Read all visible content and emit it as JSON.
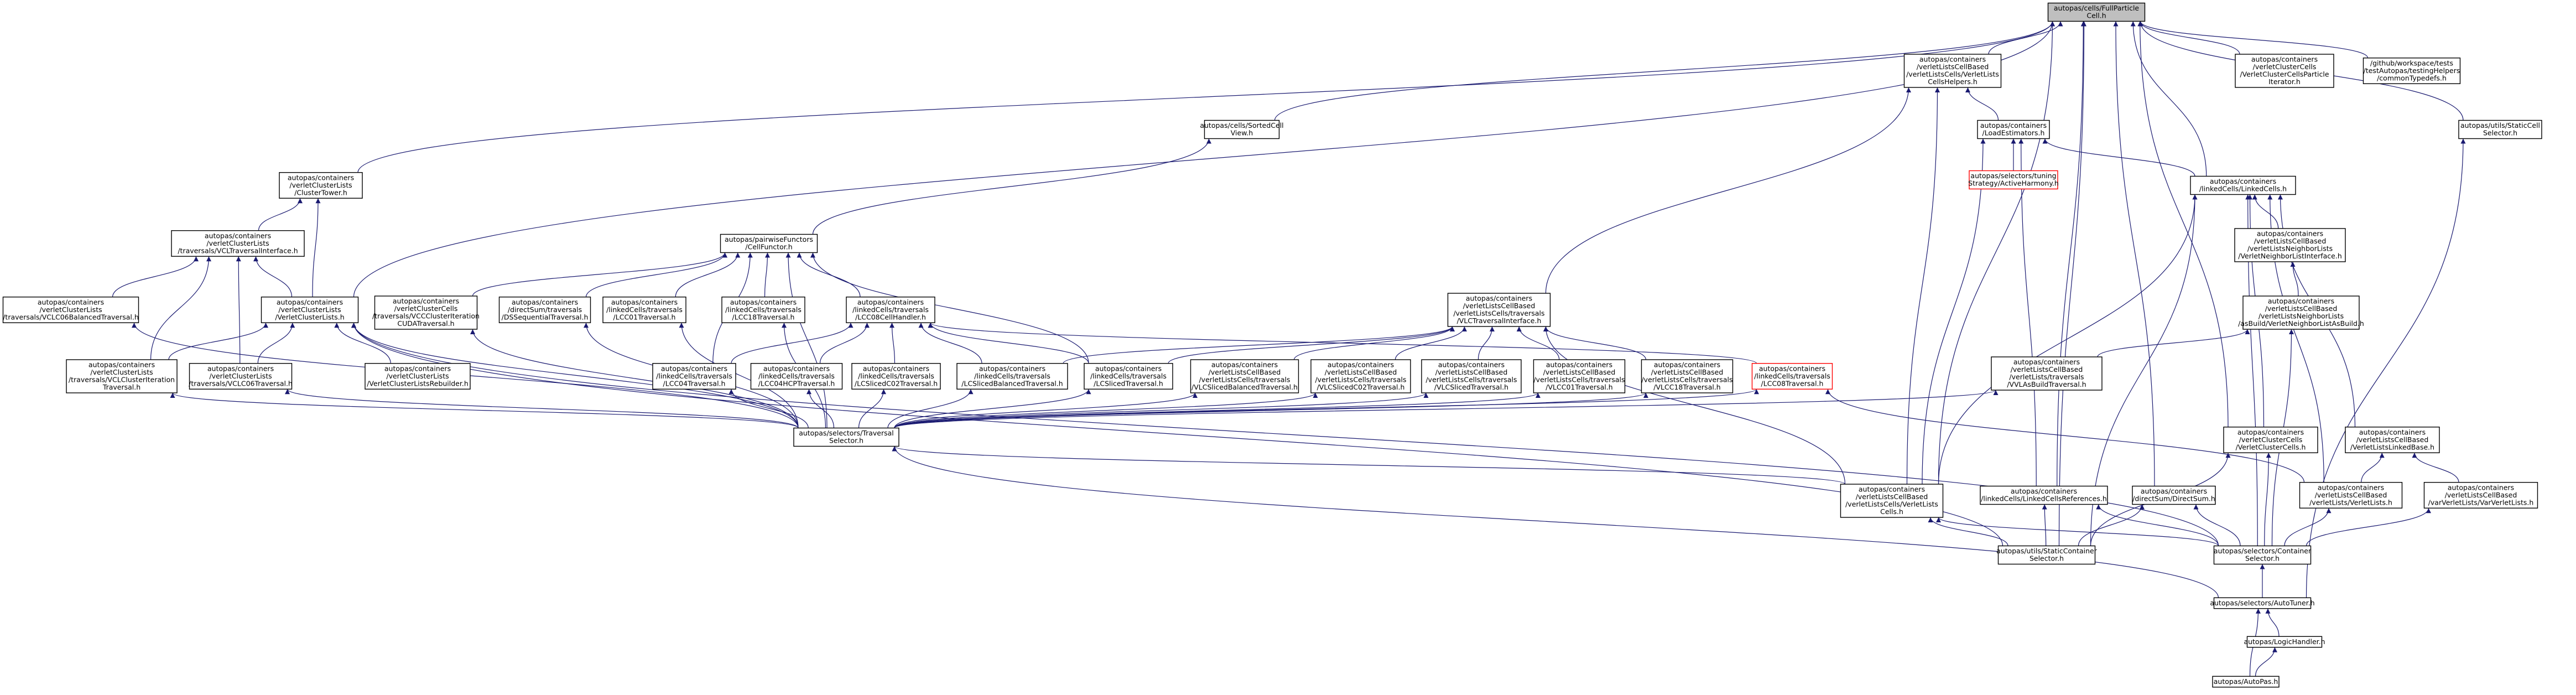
{
  "diagram": {
    "kind": "include-dependency-graph",
    "edge_color": "#191970",
    "root_fill": "#bfbfbf",
    "missing_stroke": "#ff0000",
    "nodes": [
      {
        "id": "root",
        "lines": [
          "autopas/cells/FullParticle",
          "Cell.h"
        ],
        "style": "root"
      },
      {
        "id": "helpers",
        "lines": [
          "autopas/containers",
          "/verletListsCellBased",
          "/verletListsCells/VerletLists",
          "CellsHelpers.h"
        ]
      },
      {
        "id": "vccIterator",
        "lines": [
          "autopas/containers",
          "/verletClusterCells",
          "/VerletClusterCellsParticle",
          "Iterator.h"
        ]
      },
      {
        "id": "typedefs",
        "lines": [
          "/github/workspace/tests",
          "/testAutopas/testingHelpers",
          "/commonTypedefs.h"
        ]
      },
      {
        "id": "staticCellSel",
        "lines": [
          "autopas/utils/StaticCell",
          "Selector.h"
        ]
      },
      {
        "id": "sortedCellView",
        "lines": [
          "autopas/cells/SortedCell",
          "View.h"
        ]
      },
      {
        "id": "loadEst",
        "lines": [
          "autopas/containers",
          "/LoadEstimators.h"
        ]
      },
      {
        "id": "clusterTower",
        "lines": [
          "autopas/containers",
          "/verletClusterLists",
          "/ClusterTower.h"
        ]
      },
      {
        "id": "activeHarmony",
        "lines": [
          "autopas/selectors/tuning",
          "Strategy/ActiveHarmony.h"
        ],
        "style": "red"
      },
      {
        "id": "linkedCells",
        "lines": [
          "autopas/containers",
          "/linkedCells/LinkedCells.h"
        ]
      },
      {
        "id": "vclTravIface",
        "lines": [
          "autopas/containers",
          "/verletClusterLists",
          "/traversals/VCLTraversalInterface.h"
        ]
      },
      {
        "id": "cellFunctor",
        "lines": [
          "autopas/pairwiseFunctors",
          "/CellFunctor.h"
        ]
      },
      {
        "id": "vnlIface",
        "lines": [
          "autopas/containers",
          "/verletListsCellBased",
          "/verletListsNeighborLists",
          "/VerletNeighborListInterface.h"
        ]
      },
      {
        "id": "vlcTravIface",
        "lines": [
          "autopas/containers",
          "/verletListsCellBased",
          "/verletListsCells/traversals",
          "/VLCTraversalInterface.h"
        ]
      },
      {
        "id": "asBuild",
        "lines": [
          "autopas/containers",
          "/verletListsCellBased",
          "/verletListsNeighborLists",
          "/asBuild/VerletNeighborListAsBuild.h"
        ]
      },
      {
        "id": "vclBalanced",
        "lines": [
          "autopas/containers",
          "/verletClusterLists",
          "/traversals/VCLC06BalancedTraversal.h"
        ]
      },
      {
        "id": "verletClusterLists",
        "lines": [
          "autopas/containers",
          "/verletClusterLists",
          "/VerletClusterLists.h"
        ]
      },
      {
        "id": "vccC01Cuda",
        "lines": [
          "autopas/containers",
          "/verletClusterCells",
          "/traversals/VCCClusterIteration",
          "CUDATraversal.h"
        ]
      },
      {
        "id": "dsSeq",
        "lines": [
          "autopas/containers",
          "/directSum/traversals",
          "/DSSequentialTraversal.h"
        ]
      },
      {
        "id": "lcC01",
        "lines": [
          "autopas/containers",
          "/linkedCells/traversals",
          "/LCC01Traversal.h"
        ]
      },
      {
        "id": "lcC18",
        "lines": [
          "autopas/containers",
          "/linkedCells/traversals",
          "/LCC18Traversal.h"
        ]
      },
      {
        "id": "lcC08Handler",
        "lines": [
          "autopas/containers",
          "/linkedCells/traversals",
          "/LCC08CellHandler.h"
        ]
      },
      {
        "id": "vlvAsBuildTrav",
        "lines": [
          "autopas/containers",
          "/verletListsCellBased",
          "/verletLists/traversals",
          "/VVLAsBuildTraversal.h"
        ]
      },
      {
        "id": "vclClusterIter",
        "lines": [
          "autopas/containers",
          "/verletClusterLists",
          "/traversals/VCLClusterIteration",
          "Traversal.h"
        ]
      },
      {
        "id": "vclC06",
        "lines": [
          "autopas/containers",
          "/verletClusterLists",
          "/traversals/VCLC06Traversal.h"
        ]
      },
      {
        "id": "vclRebuilder",
        "lines": [
          "autopas/containers",
          "/verletClusterLists",
          "/VerletClusterListsRebuilder.h"
        ]
      },
      {
        "id": "lcC04",
        "lines": [
          "autopas/containers",
          "/linkedCells/traversals",
          "/LCC04Traversal.h"
        ]
      },
      {
        "id": "lcC04HCP",
        "lines": [
          "autopas/containers",
          "/linkedCells/traversals",
          "/LCC04HCPTraversal.h"
        ]
      },
      {
        "id": "lcSlicedC02",
        "lines": [
          "autopas/containers",
          "/linkedCells/traversals",
          "/LCSlicedC02Traversal.h"
        ]
      },
      {
        "id": "lcSlicedBalanced",
        "lines": [
          "autopas/containers",
          "/linkedCells/traversals",
          "/LCSlicedBalancedTraversal.h"
        ]
      },
      {
        "id": "lcSliced",
        "lines": [
          "autopas/containers",
          "/linkedCells/traversals",
          "/LCSlicedTraversal.h"
        ]
      },
      {
        "id": "vlcSlicedBalanced",
        "lines": [
          "autopas/containers",
          "/verletListsCellBased",
          "/verletListsCells/traversals",
          "/VLCSlicedBalancedTraversal.h"
        ]
      },
      {
        "id": "vlcSlicedC02",
        "lines": [
          "autopas/containers",
          "/verletListsCellBased",
          "/verletListsCells/traversals",
          "/VLCSlicedC02Traversal.h"
        ]
      },
      {
        "id": "vlcSliced",
        "lines": [
          "autopas/containers",
          "/verletListsCellBased",
          "/verletListsCells/traversals",
          "/VLCSlicedTraversal.h"
        ]
      },
      {
        "id": "vlcC01",
        "lines": [
          "autopas/containers",
          "/verletListsCellBased",
          "/verletListsCells/traversals",
          "/VLCC01Traversal.h"
        ]
      },
      {
        "id": "vlcC18",
        "lines": [
          "autopas/containers",
          "/verletListsCellBased",
          "/verletListsCells/traversals",
          "/VLCC18Traversal.h"
        ]
      },
      {
        "id": "lcC08",
        "lines": [
          "autopas/containers",
          "/linkedCells/traversals",
          "/LCC08Traversal.h"
        ],
        "style": "red"
      },
      {
        "id": "travSel",
        "lines": [
          "autopas/selectors/Traversal",
          "Selector.h"
        ]
      },
      {
        "id": "vccCells",
        "lines": [
          "autopas/containers",
          "/verletClusterCells",
          "/VerletClusterCells.h"
        ]
      },
      {
        "id": "vlLinkedBase",
        "lines": [
          "autopas/containers",
          "/verletListsCellBased",
          "/VerletListsLinkedBase.h"
        ]
      },
      {
        "id": "vlcCells",
        "lines": [
          "autopas/containers",
          "/verletListsCellBased",
          "/verletListsCells/VerletLists",
          "Cells.h"
        ]
      },
      {
        "id": "lcReferences",
        "lines": [
          "autopas/containers",
          "/linkedCells/LinkedCellsReferences.h"
        ]
      },
      {
        "id": "directSum",
        "lines": [
          "autopas/containers",
          "/directSum/DirectSum.h"
        ]
      },
      {
        "id": "verletLists",
        "lines": [
          "autopas/containers",
          "/verletListsCellBased",
          "/verletLists/VerletLists.h"
        ]
      },
      {
        "id": "varVerletLists",
        "lines": [
          "autopas/containers",
          "/verletListsCellBased",
          "/varVerletLists/VarVerletLists.h"
        ]
      },
      {
        "id": "staticContSel",
        "lines": [
          "autopas/utils/StaticContainer",
          "Selector.h"
        ]
      },
      {
        "id": "contSel",
        "lines": [
          "autopas/selectors/Container",
          "Selector.h"
        ]
      },
      {
        "id": "autoTuner",
        "lines": [
          "autopas/selectors/AutoTuner.h"
        ]
      },
      {
        "id": "logicHandler",
        "lines": [
          "autopas/LogicHandler.h"
        ]
      },
      {
        "id": "autoPas",
        "lines": [
          "autopas/AutoPas.h"
        ]
      }
    ],
    "edges": [
      [
        "helpers",
        "root"
      ],
      [
        "vccIterator",
        "root"
      ],
      [
        "typedefs",
        "root"
      ],
      [
        "staticCellSel",
        "root"
      ],
      [
        "sortedCellView",
        "root"
      ],
      [
        "clusterTower",
        "root"
      ],
      [
        "linkedCells",
        "root"
      ],
      [
        "verletClusterLists",
        "root"
      ],
      [
        "vlcCells",
        "root"
      ],
      [
        "vccCells",
        "root"
      ],
      [
        "directSum",
        "root"
      ],
      [
        "staticContSel",
        "root"
      ],
      [
        "lcReferences",
        "root"
      ],
      [
        "loadEst",
        "helpers"
      ],
      [
        "vlcTravIface",
        "helpers"
      ],
      [
        "vlcCells",
        "helpers"
      ],
      [
        "activeHarmony",
        "loadEst"
      ],
      [
        "linkedCells",
        "loadEst"
      ],
      [
        "vlcCells",
        "loadEst"
      ],
      [
        "lcReferences",
        "loadEst"
      ],
      [
        "cellFunctor",
        "sortedCellView"
      ],
      [
        "vclTravIface",
        "clusterTower"
      ],
      [
        "verletClusterLists",
        "clusterTower"
      ],
      [
        "vclBalanced",
        "vclTravIface"
      ],
      [
        "verletClusterLists",
        "vclTravIface"
      ],
      [
        "vclClusterIter",
        "vclTravIface"
      ],
      [
        "vclC06",
        "vclTravIface"
      ],
      [
        "vccC01Cuda",
        "cellFunctor"
      ],
      [
        "dsSeq",
        "cellFunctor"
      ],
      [
        "lcC01",
        "cellFunctor"
      ],
      [
        "lcC18",
        "cellFunctor"
      ],
      [
        "lcC08Handler",
        "cellFunctor"
      ],
      [
        "lcC04",
        "cellFunctor"
      ],
      [
        "lcSliced",
        "cellFunctor"
      ],
      [
        "travSel",
        "cellFunctor"
      ],
      [
        "vnlIface",
        "linkedCells"
      ],
      [
        "vccCells",
        "linkedCells"
      ],
      [
        "vlLinkedBase",
        "linkedCells"
      ],
      [
        "verletLists",
        "linkedCells"
      ],
      [
        "staticContSel",
        "linkedCells"
      ],
      [
        "vlcCells",
        "linkedCells"
      ],
      [
        "contSel",
        "linkedCells"
      ],
      [
        "asBuild",
        "vnlIface"
      ],
      [
        "vlvAsBuildTrav",
        "asBuild"
      ],
      [
        "contSel",
        "asBuild"
      ],
      [
        "lcC04",
        "lcC08Handler"
      ],
      [
        "lcC04HCP",
        "lcC08Handler"
      ],
      [
        "lcSlicedC02",
        "lcC08Handler"
      ],
      [
        "lcSlicedBalanced",
        "lcC08Handler"
      ],
      [
        "lcSliced",
        "lcC08Handler"
      ],
      [
        "lcC08",
        "lcC08Handler"
      ],
      [
        "lcSliced",
        "vlcTravIface"
      ],
      [
        "lcSlicedBalanced",
        "vlcTravIface"
      ],
      [
        "vlcSlicedBalanced",
        "vlcTravIface"
      ],
      [
        "vlcSlicedC02",
        "vlcTravIface"
      ],
      [
        "vlcSliced",
        "vlcTravIface"
      ],
      [
        "vlcC01",
        "vlcTravIface"
      ],
      [
        "vlcC18",
        "vlcTravIface"
      ],
      [
        "vlcCells",
        "vlcTravIface"
      ],
      [
        "vclRebuilder",
        "verletClusterLists"
      ],
      [
        "vclClusterIter",
        "verletClusterLists"
      ],
      [
        "vclC06",
        "verletClusterLists"
      ],
      [
        "travSel",
        "verletClusterLists"
      ],
      [
        "staticContSel",
        "verletClusterLists"
      ],
      [
        "contSel",
        "verletClusterLists"
      ],
      [
        "travSel",
        "vclBalanced"
      ],
      [
        "travSel",
        "vccC01Cuda"
      ],
      [
        "travSel",
        "dsSeq"
      ],
      [
        "travSel",
        "lcC01"
      ],
      [
        "travSel",
        "lcC18"
      ],
      [
        "travSel",
        "vlvAsBuildTrav"
      ],
      [
        "travSel",
        "vclClusterIter"
      ],
      [
        "travSel",
        "vclC06"
      ],
      [
        "travSel",
        "lcC04"
      ],
      [
        "travSel",
        "lcC04HCP"
      ],
      [
        "travSel",
        "lcSlicedC02"
      ],
      [
        "travSel",
        "lcSlicedBalanced"
      ],
      [
        "travSel",
        "lcSliced"
      ],
      [
        "travSel",
        "vlcSlicedBalanced"
      ],
      [
        "travSel",
        "vlcSlicedC02"
      ],
      [
        "travSel",
        "vlcSliced"
      ],
      [
        "travSel",
        "vlcC01"
      ],
      [
        "travSel",
        "vlcC18"
      ],
      [
        "travSel",
        "lcC08"
      ],
      [
        "verletLists",
        "lcC08"
      ],
      [
        "vlcCells",
        "travSel"
      ],
      [
        "autoTuner",
        "travSel"
      ],
      [
        "verletLists",
        "vlLinkedBase"
      ],
      [
        "varVerletLists",
        "vlLinkedBase"
      ],
      [
        "staticContSel",
        "vccCells"
      ],
      [
        "contSel",
        "vccCells"
      ],
      [
        "staticContSel",
        "vlcCells"
      ],
      [
        "contSel",
        "vlcCells"
      ],
      [
        "staticContSel",
        "lcReferences"
      ],
      [
        "contSel",
        "lcReferences"
      ],
      [
        "staticContSel",
        "directSum"
      ],
      [
        "contSel",
        "directSum"
      ],
      [
        "contSel",
        "verletLists"
      ],
      [
        "contSel",
        "varVerletLists"
      ],
      [
        "autoTuner",
        "contSel"
      ],
      [
        "autoTuner",
        "staticCellSel"
      ],
      [
        "logicHandler",
        "autoTuner"
      ],
      [
        "autoPas",
        "autoTuner"
      ],
      [
        "autoPas",
        "logicHandler"
      ]
    ]
  }
}
